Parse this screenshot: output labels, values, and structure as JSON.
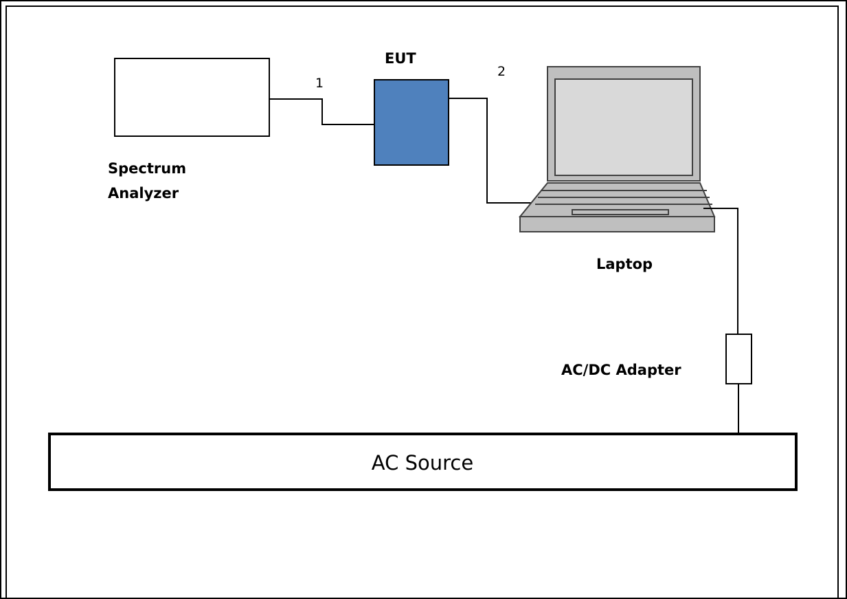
{
  "labels": {
    "spectrum_analyzer_line1": "Spectrum",
    "spectrum_analyzer_line2": "Analyzer",
    "eut": "EUT",
    "cable_1": "1",
    "cable_2": "2",
    "laptop": "Laptop",
    "adapter": "AC/DC Adapter",
    "ac_source": "AC Source"
  },
  "colors": {
    "eut_fill": "#4f81bd",
    "laptop_body": "#bfbfbf",
    "laptop_screen": "#d9d9d9",
    "line": "#000000"
  }
}
